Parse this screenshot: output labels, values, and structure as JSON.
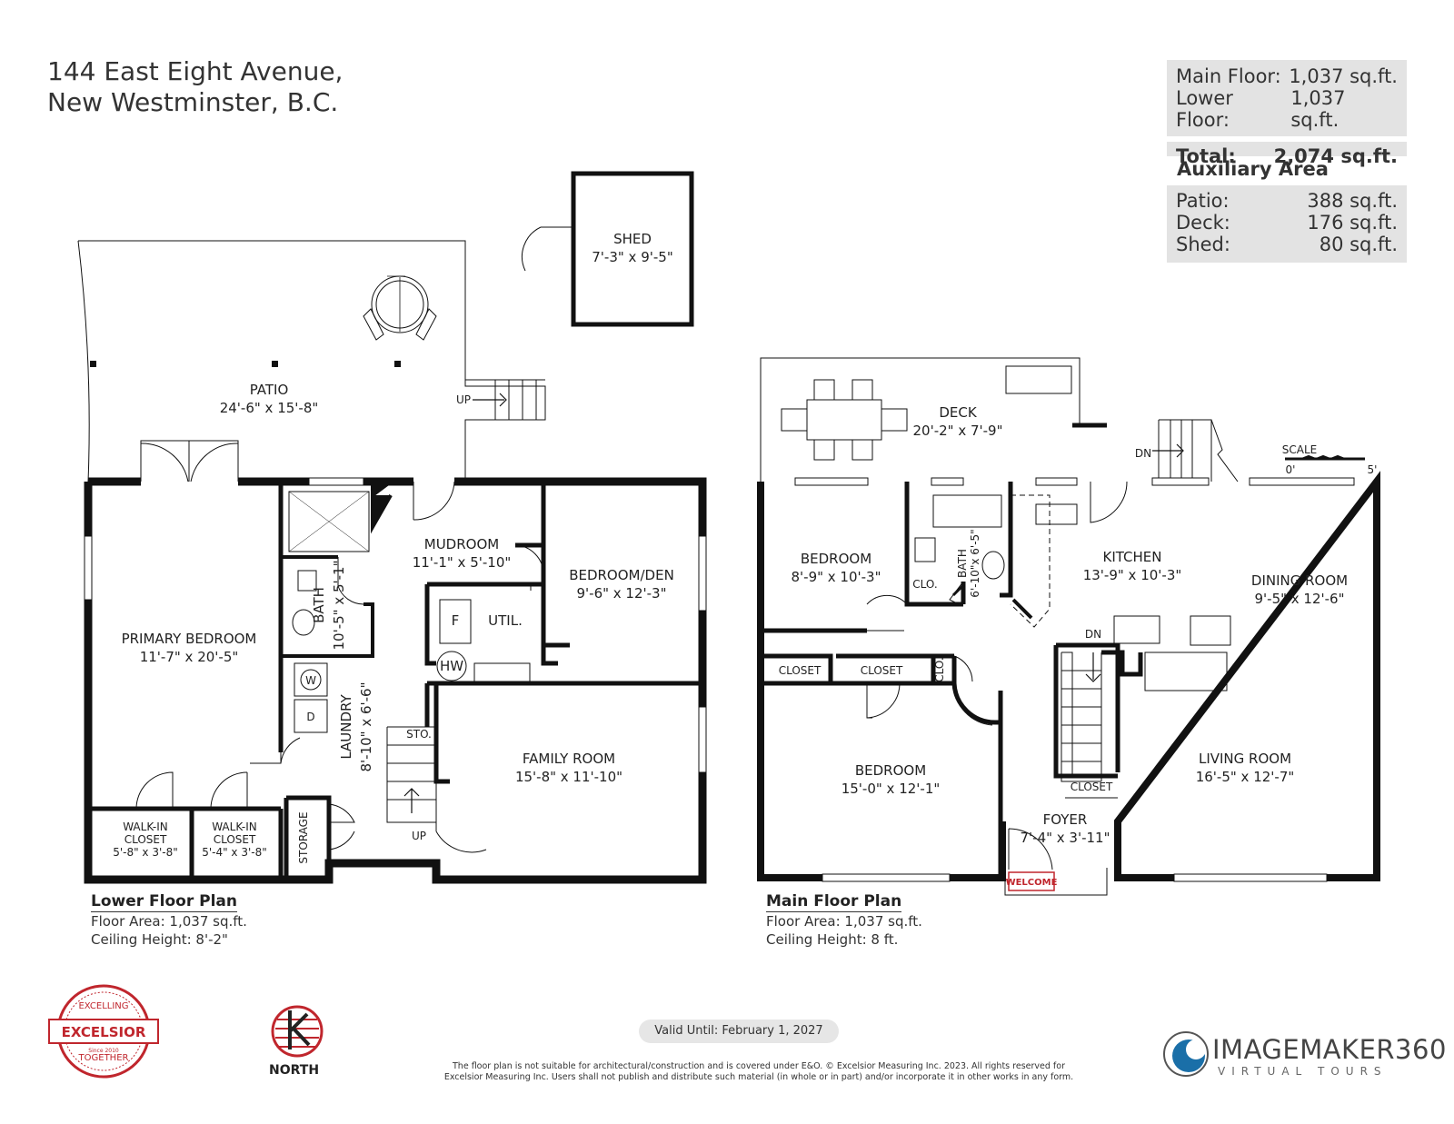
{
  "address": {
    "line1": "144 East Eight Avenue,",
    "line2": "New Westminster, B.C."
  },
  "areas": {
    "main_floor_label": "Main Floor:",
    "main_floor_value": "1,037 sq.ft.",
    "lower_floor_label": "Lower Floor:",
    "lower_floor_value": "1,037 sq.ft.",
    "total_label": "Total:",
    "total_value": "2,074 sq.ft."
  },
  "auxiliary": {
    "title": "Auxiliary Area",
    "patio_label": "Patio:",
    "patio_value": "388 sq.ft.",
    "deck_label": "Deck:",
    "deck_value": "176 sq.ft.",
    "shed_label": "Shed:",
    "shed_value": "80 sq.ft."
  },
  "lower_rooms": {
    "shed": "SHED",
    "shed_dim": "7'-3\"  x  9'-5\"",
    "patio": "PATIO",
    "patio_dim": "24'-6\" x  15'-8\"",
    "up1": "UP",
    "primary_bedroom": "PRIMARY BEDROOM",
    "primary_bedroom_dim": "11'-7\"  x 20'-5\"",
    "bath": "BATH",
    "bath_dim": "10'-5\" x  5'-1\"",
    "mudroom": "MUDROOM",
    "mudroom_dim": "11'-1\"  x 5'-10\"",
    "bedroom_den": "BEDROOM/DEN",
    "bedroom_den_dim": "9'-6\" x 12'-3\"",
    "util": "UTIL.",
    "furnace": "F",
    "hw": "HW",
    "washer": "W",
    "dryer": "D",
    "laundry": "LAUNDRY",
    "laundry_dim": "8'-10\" x 6'-6\"",
    "sto": "STO.",
    "up2": "UP",
    "family_room": "FAMILY ROOM",
    "family_room_dim": "15'-8\" x 11'-10\"",
    "walkin1": "WALK-IN",
    "walkin1_b": "CLOSET",
    "walkin1_dim": "5'-8\" x 3'-8\"",
    "walkin2": "WALK-IN",
    "walkin2_b": "CLOSET",
    "walkin2_dim": "5'-4\" x 3'-8\"",
    "storage": "STORAGE"
  },
  "main_rooms": {
    "deck": "DECK",
    "deck_dim": "20'-2\" x  7'-9\"",
    "dn1": "DN",
    "scale": "SCALE",
    "scale_0": "0'",
    "scale_5": "5'",
    "bedroom1": "BEDROOM",
    "bedroom1_dim": "8'-9\" x 10'-3\"",
    "clo1": "CLO.",
    "bath": "BATH",
    "bath_dim": "6'-10\"x 6'-5\"",
    "kitchen": "KITCHEN",
    "kitchen_dim": "13'-9\" x 10'-3\"",
    "dining_room": "DINING ROOM",
    "dining_room_dim": "9'-5\" x 12'-6\"",
    "dn2": "DN",
    "closet1": "CLOSET",
    "closet2": "CLOSET",
    "clo2": "CLO.",
    "bedroom2": "BEDROOM",
    "bedroom2_dim": "15'-0\" x 12'-1\"",
    "closet3": "CLOSET",
    "living_room": "LIVING ROOM",
    "living_room_dim": "16'-5\" x 12'-7\"",
    "foyer": "FOYER",
    "foyer_dim": "7'-4\" x 3'-11\"",
    "welcome": "WELCOME"
  },
  "lower_plan": {
    "title": "Lower Floor Plan",
    "floor_area": "Floor Area: 1,037 sq.ft.",
    "ceiling": "Ceiling Height: 8'-2\""
  },
  "main_plan": {
    "title": "Main Floor Plan",
    "floor_area": "Floor Area: 1,037 sq.ft.",
    "ceiling": "Ceiling Height: 8 ft."
  },
  "footer": {
    "valid": "Valid Until: February 1, 2027",
    "disclaimer_1": "The floor plan is not suitable for architectural/construction and is covered under E&O. © Excelsior Measuring Inc. 2023. All rights reserved for",
    "disclaimer_2": "Excelsior Measuring Inc. Users shall not publish and distribute such material (in whole or in part) and/or incorporate it in other works in any form.",
    "north": "NORTH",
    "excelsior": "EXCELSIOR",
    "excelling": "EXCELLING",
    "together": "TOGETHER",
    "since": "Since 2010",
    "brand": "IMAGEMAKER360",
    "brand_sub": "VIRTUAL TOURS"
  },
  "colors": {
    "wall": "#111111",
    "label_bg": "#e3e3e3",
    "excelsior_red": "#c0262d",
    "brand_blue": "#1a6fa8"
  }
}
